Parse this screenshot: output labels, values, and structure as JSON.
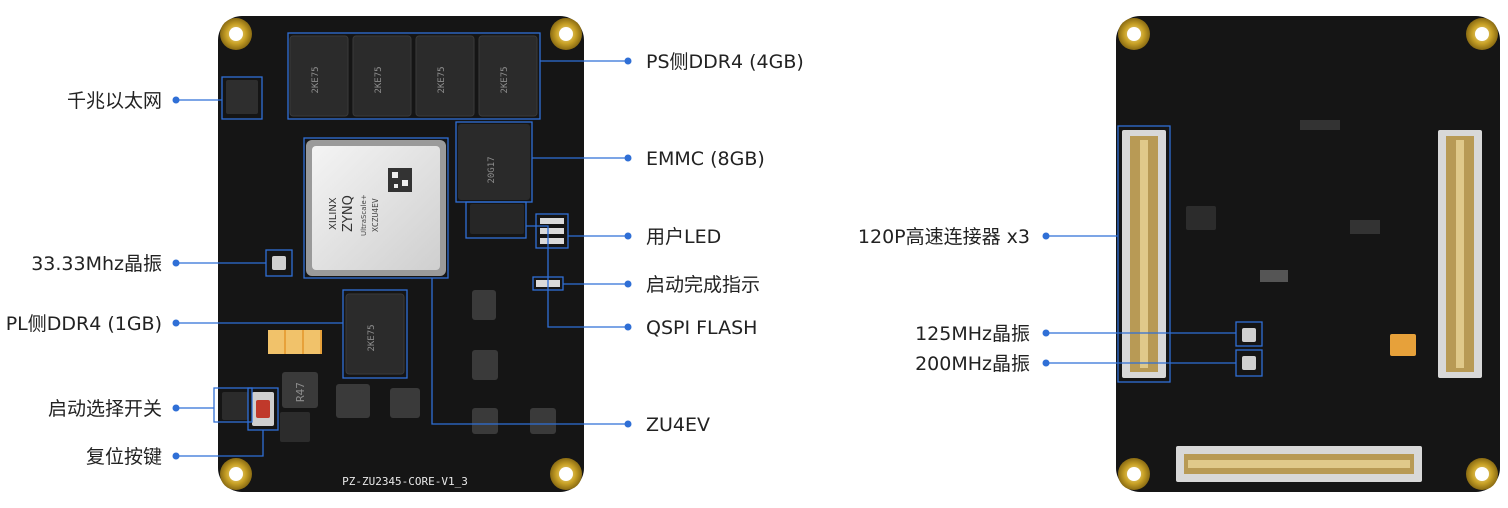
{
  "figure": {
    "front_board": {
      "silkscreen": "PZ-ZU2345-CORE-V1_3",
      "fpga_marking": [
        "XILINX",
        "ZYNQ",
        "UltraScale+",
        "XCZU4EV"
      ],
      "ddr_marking": "2KE75",
      "emmc_marking": "20G17",
      "inductor_marking": "R47",
      "ps_ddr_chip_count": 4,
      "pl_ddr_chip_count": 1
    },
    "back_board": {
      "connector_count": 3
    },
    "callouts_front_left": [
      {
        "text": "千兆以太网"
      },
      {
        "text": "33.33Mhz晶振"
      },
      {
        "text": "PL侧DDR4 (1GB)"
      },
      {
        "text": "启动选择开关"
      },
      {
        "text": "复位按键"
      }
    ],
    "callouts_front_right": [
      {
        "text": "PS侧DDR4 (4GB)"
      },
      {
        "text": "EMMC (8GB)"
      },
      {
        "text": "用户LED"
      },
      {
        "text": "启动完成指示"
      },
      {
        "text": "QSPI FLASH"
      },
      {
        "text": "ZU4EV"
      }
    ],
    "callouts_back": [
      {
        "text": "120P高速连接器 x3"
      },
      {
        "text": "125MHz晶振"
      },
      {
        "text": "200MHz晶振"
      }
    ],
    "colors": {
      "pcb": "#151515",
      "gold": "#c9a227",
      "leader": "#2f6fd6",
      "text": "#222222",
      "silkscreen": "#e9e9e9"
    }
  }
}
